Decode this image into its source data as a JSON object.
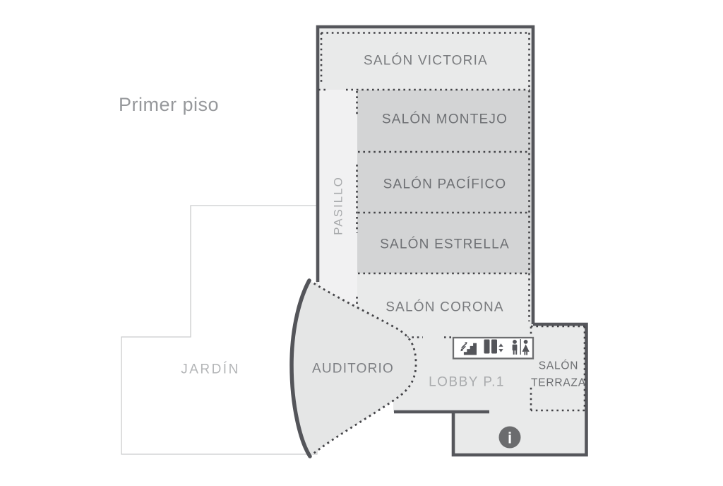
{
  "floor_plan": {
    "title": "Primer piso",
    "rooms": {
      "victoria": {
        "label": "SALÓN VICTORIA"
      },
      "montejo": {
        "label": "SALÓN MONTEJO"
      },
      "pacifico": {
        "label": "SALÓN PACÍFICO"
      },
      "estrella": {
        "label": "SALÓN ESTRELLA"
      },
      "corona": {
        "label": "SALÓN CORONA"
      },
      "pasillo": {
        "label": "PASILLO"
      },
      "auditorio": {
        "label": "AUDITORIO"
      },
      "jardin": {
        "label": "JARDÍN"
      },
      "lobby": {
        "label": "LOBBY P.1"
      },
      "terraza": {
        "label_line1": "SALÓN",
        "label_line2": "TERRAZA"
      }
    },
    "icons": {
      "stairs": "stairs-icon",
      "elevator": "elevator-icon",
      "restrooms": "restrooms-icon",
      "info": "info-icon",
      "info_glyph": "i"
    },
    "colors": {
      "room_light": "#e9eaea",
      "room_dark": "#d3d4d5",
      "pasillo_fill": "#f1f1f2",
      "auditorio_fill": "#e5e6e6",
      "wall": "#55565b",
      "dotted_line": "#434347",
      "icon_dark": "#54555a",
      "info_badge": "#6b6c6e",
      "title_text": "#96989b",
      "faint_outline": "#cbcccd"
    }
  }
}
